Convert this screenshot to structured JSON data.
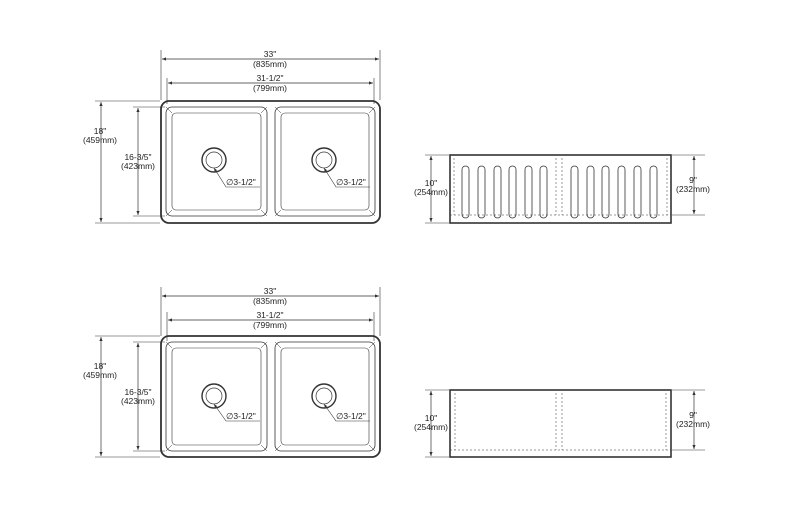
{
  "colors": {
    "line": "#333333",
    "text": "#222222",
    "background": "#ffffff"
  },
  "top_plan": {
    "overall_width": "33\"",
    "overall_width_mm": "(835mm)",
    "inner_width": "31-1/2\"",
    "inner_width_mm": "(799mm)",
    "overall_depth": "18\"",
    "overall_depth_mm": "(459mm)",
    "bowl_depth": "16-3/5\"",
    "bowl_depth_mm": "(423mm)",
    "drain_left": "∅3-1/2\"",
    "drain_right": "∅3-1/2\""
  },
  "top_front": {
    "height_left": "10\"",
    "height_left_mm": "(254mm)",
    "height_right": "9\"",
    "height_right_mm": "(232mm)"
  },
  "bottom_plan": {
    "overall_width": "33\"",
    "overall_width_mm": "(835mm)",
    "inner_width": "31-1/2\"",
    "inner_width_mm": "(799mm)",
    "overall_depth": "18\"",
    "overall_depth_mm": "(459mm)",
    "bowl_depth": "16-3/5\"",
    "bowl_depth_mm": "(423mm)",
    "drain_left": "∅3-1/2\"",
    "drain_right": "∅3-1/2\""
  },
  "bottom_front": {
    "height_left": "10\"",
    "height_left_mm": "(254mm)",
    "height_right": "9\"",
    "height_right_mm": "(232mm)"
  }
}
